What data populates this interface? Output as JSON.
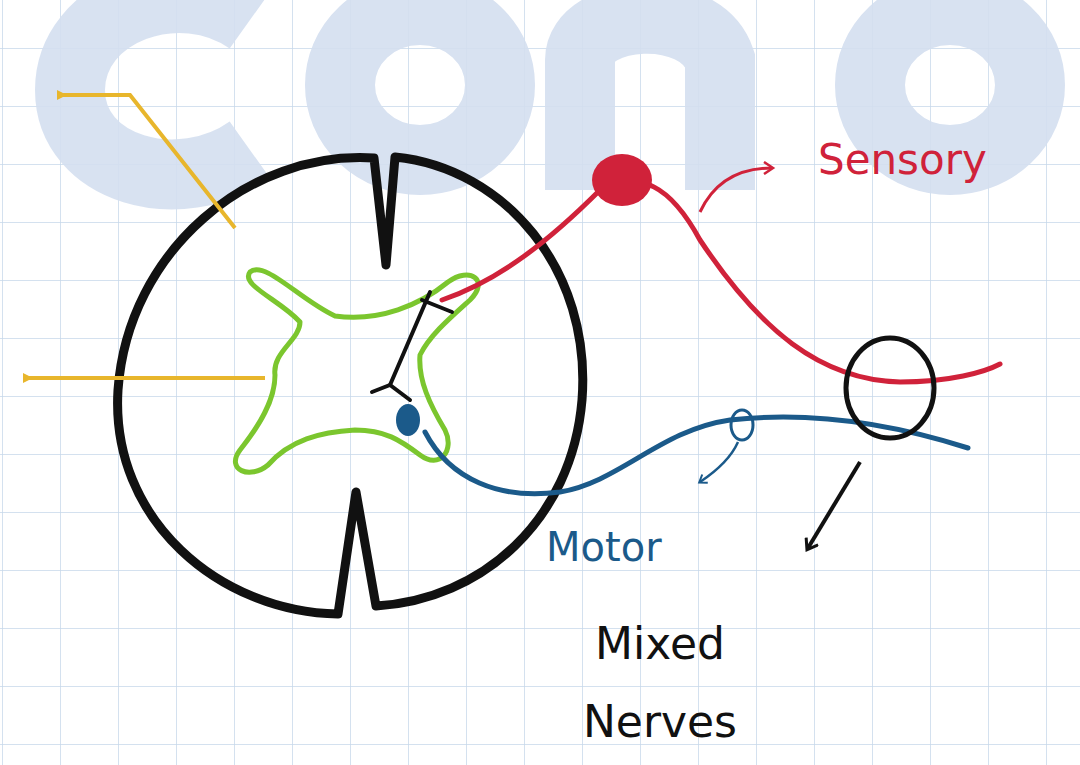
{
  "diagram": {
    "labels": [
      "Sensory",
      "Motor",
      "Mixed Nerves"
    ]
  }
}
